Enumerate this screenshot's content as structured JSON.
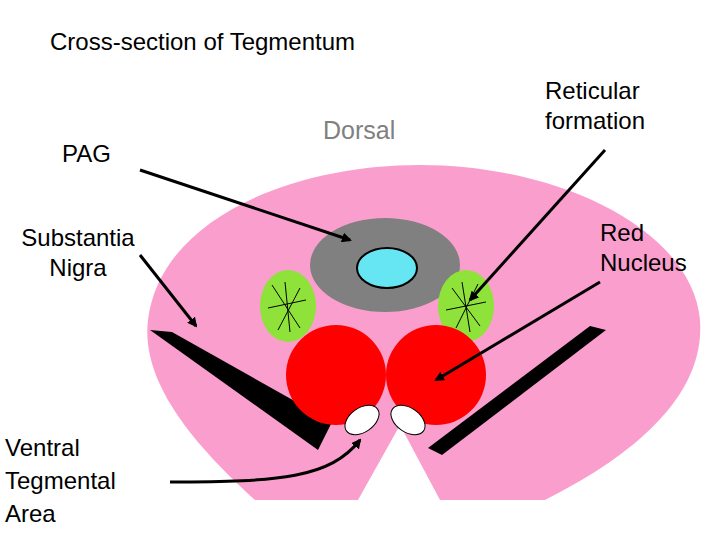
{
  "diagram": {
    "title": "Cross-section of Tegmentum",
    "labels": [
      "PAG",
      "Dorsal",
      "Reticular formation",
      "Substantia Nigra",
      "Red Nucleus",
      "Ventral Tegmental Area"
    ]
  }
}
